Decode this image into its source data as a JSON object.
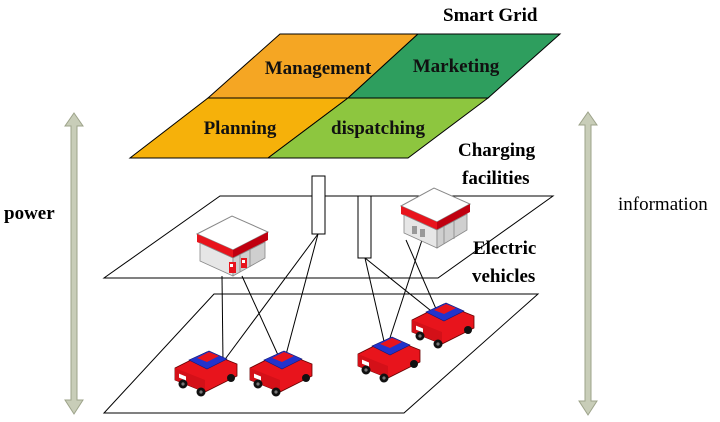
{
  "title": "Smart Grid",
  "grid_tiles": {
    "management": "Management",
    "marketing": "Marketing",
    "planning": "Planning",
    "dispatching": "dispatching"
  },
  "layers": {
    "charging_line1": "Charging",
    "charging_line2": "facilities",
    "vehicles_line1": "Electric",
    "vehicles_line2": "vehicles"
  },
  "side_labels": {
    "left": "power",
    "right": "information"
  },
  "colors": {
    "management": "#F5A623",
    "marketing": "#2E9E5E",
    "planning": "#F6B10A",
    "dispatching": "#8DC63F",
    "arrow": "#C8CDB8",
    "car_body": "#E8141C",
    "car_window": "#2233CC"
  }
}
